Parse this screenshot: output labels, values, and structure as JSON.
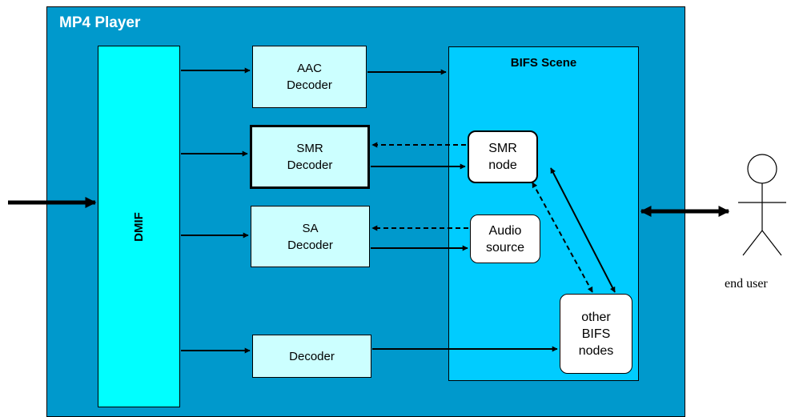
{
  "player": {
    "title": "MP4 Player"
  },
  "dmif": {
    "label": "DMIF"
  },
  "scene": {
    "title": "BIFS Scene"
  },
  "decoders": {
    "aac": {
      "line1": "AAC",
      "line2": "Decoder"
    },
    "smr": {
      "line1": "SMR",
      "line2": "Decoder"
    },
    "sa": {
      "line1": "SA",
      "line2": "Decoder"
    },
    "generic": {
      "line1": "Decoder"
    }
  },
  "nodes": {
    "smr": {
      "line1": "SMR",
      "line2": "node"
    },
    "audio": {
      "line1": "Audio",
      "line2": "source"
    },
    "other": {
      "line1": "other",
      "line2": "BIFS",
      "line3": "nodes"
    }
  },
  "user": {
    "label": "end user"
  },
  "colors": {
    "player_bg": "#0099cc",
    "dmif_bg": "#00ffff",
    "decoder_bg": "#ccffff",
    "scene_bg": "#00ccff",
    "node_bg": "#ffffff"
  }
}
